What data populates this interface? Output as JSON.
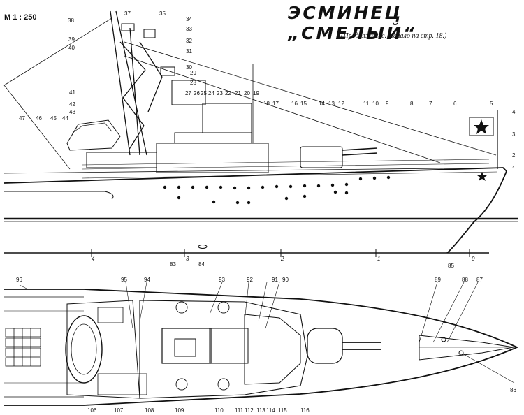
{
  "header": {
    "title": "ЭСМИНЕЦ „СМЕЛЫЙ“",
    "scale": "М 1 : 250",
    "subtitle": "(Продолжение. Начало на стр. 18.)"
  },
  "side_view": {
    "callouts": [
      "1",
      "2",
      "3",
      "4",
      "5",
      "6",
      "7",
      "8",
      "9",
      "10",
      "11",
      "12",
      "13",
      "14",
      "15",
      "16",
      "17",
      "18",
      "19",
      "20",
      "21",
      "22",
      "23",
      "24",
      "25",
      "26",
      "27",
      "28",
      "29",
      "30",
      "31",
      "32",
      "33",
      "34",
      "35",
      "37",
      "38",
      "39",
      "40",
      "41",
      "42",
      "43",
      "44",
      "45",
      "46",
      "47",
      "83",
      "84",
      "85"
    ],
    "frame_marks": [
      "0",
      "1",
      "2",
      "3",
      "4"
    ]
  },
  "plan_view": {
    "callouts": [
      "86",
      "87",
      "88",
      "89",
      "90",
      "91",
      "92",
      "93",
      "94",
      "95",
      "96",
      "106",
      "107",
      "108",
      "109",
      "110",
      "111",
      "112",
      "113",
      "114",
      "115",
      "116"
    ]
  }
}
